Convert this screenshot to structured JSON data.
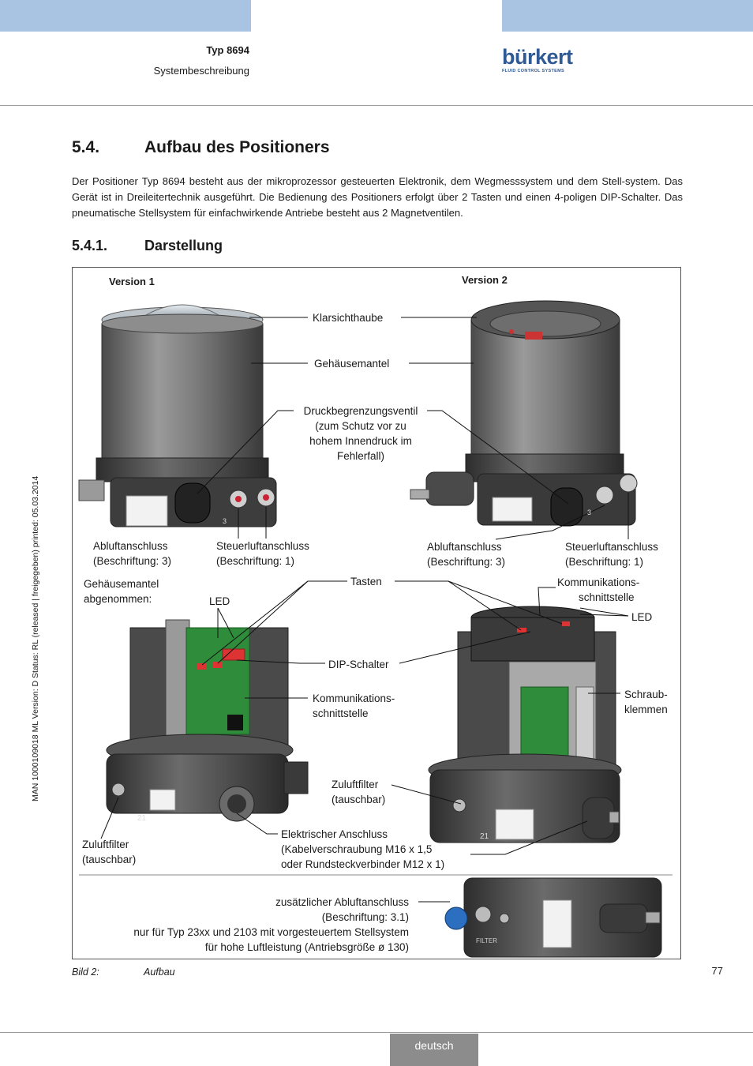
{
  "header": {
    "type_label": "Typ 8694",
    "subtitle": "Systembeschreibung",
    "logo_text": "bürkert",
    "logo_tagline": "FLUID CONTROL SYSTEMS"
  },
  "section": {
    "number": "5.4.",
    "title": "Aufbau des Positioners",
    "body": "Der Positioner Typ 8694 besteht aus der mikroprozessor gesteuerten Elektronik, dem Wegmesssystem und dem Stell-system. Das Gerät ist in Dreileitertechnik ausgeführt. Die Bedienung des Positioners erfolgt über 2 Tasten und einen 4-poligen DIP-Schalter. Das pneumatische Stellsystem für einfachwirkende Antriebe besteht aus 2 Magnetventilen."
  },
  "subsection": {
    "number": "5.4.1.",
    "title": "Darstellung"
  },
  "figure": {
    "version1": "Version 1",
    "version2": "Version 2",
    "klarsichthaube": "Klarsichthaube",
    "gehaeusemantel": "Gehäusemantel",
    "druck_l1": "Druckbegrenzungsventil",
    "druck_l2": "(zum Schutz vor zu",
    "druck_l3": "hohem Innendruck im",
    "druck_l4": "Fehlerfall)",
    "abluft_l1": "Abluftanschluss",
    "abluft_l2": "(Beschriftung: 3)",
    "steuer_l1": "Steuerluftanschluss",
    "steuer_l2": "(Beschriftung: 1)",
    "mantel_ab_l1": "Gehäusemantel",
    "mantel_ab_l2": "abgenommen:",
    "led": "LED",
    "tasten": "Tasten",
    "komm_l1": "Kommunikations-",
    "komm_l2": "schnittstelle",
    "komm2_l1": "Kommunikations-",
    "komm2_l2": "schnittstelle",
    "dip": "DIP-Schalter",
    "schraub_l1": "Schraub-",
    "schraub_l2": "klemmen",
    "zuluft_l1": "Zuluftfilter",
    "zuluft_l2": "(tauschbar)",
    "elektr_l1": "Elektrischer Anschluss",
    "elektr_l2": "(Kabelverschraubung M16 x 1,5",
    "elektr_l3": "oder Rundsteckverbinder M12 x 1)",
    "zusatz_l1": "zusätzlicher Abluftanschluss",
    "zusatz_l2": "(Beschriftung: 3.1)",
    "zusatz_l3": "nur für Typ 23xx und 2103 mit vorgesteuertem Stellsystem",
    "zusatz_l4": "für hohe Luftleistung (Antriebsgröße ø 130)",
    "filter_mark": "FILTER",
    "port_mark_3": "3",
    "port_mark_21": "21"
  },
  "sidebar": "MAN  1000109018  ML  Version: D  Status: RL (released | freigegeben)  printed: 05.03.2014",
  "caption": {
    "label": "Bild 2:",
    "text": "Aufbau"
  },
  "page_number": "77",
  "footer_language": "deutsch",
  "colors": {
    "top_bar": "#a9c3e3",
    "brand_blue": "#2f5a94",
    "footer_tab": "#8c8c8c"
  }
}
